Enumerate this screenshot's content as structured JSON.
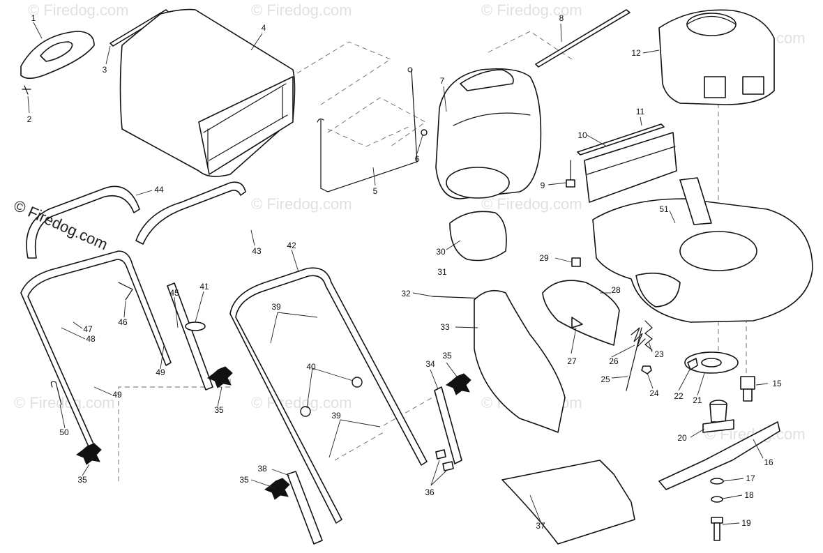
{
  "watermark": {
    "main_text": "© Firedog.com",
    "tile_text": "© Firedog.com"
  },
  "diagram": {
    "callouts": {
      "c1": "1",
      "c2": "2",
      "c3": "3",
      "c4": "4",
      "c5": "5",
      "c6": "6",
      "c7": "7",
      "c8": "8",
      "c9": "9",
      "c10": "10",
      "c11": "11",
      "c12": "12",
      "c15": "15",
      "c16": "16",
      "c17": "17",
      "c18": "18",
      "c19": "19",
      "c20": "20",
      "c21": "21",
      "c22": "22",
      "c23": "23",
      "c24": "24",
      "c25": "25",
      "c26": "26",
      "c27": "27",
      "c28": "28",
      "c29": "29",
      "c30": "30",
      "c31": "31",
      "c32": "32",
      "c33": "33",
      "c34": "34",
      "c35": "35",
      "c36": "36",
      "c37": "37",
      "c38": "38",
      "c39": "39",
      "c40": "40",
      "c41": "41",
      "c42": "42",
      "c43": "43",
      "c44": "44",
      "c45": "45",
      "c46": "46",
      "c47": "47",
      "c48": "48",
      "c49": "49",
      "c50": "50",
      "c51": "51"
    }
  }
}
